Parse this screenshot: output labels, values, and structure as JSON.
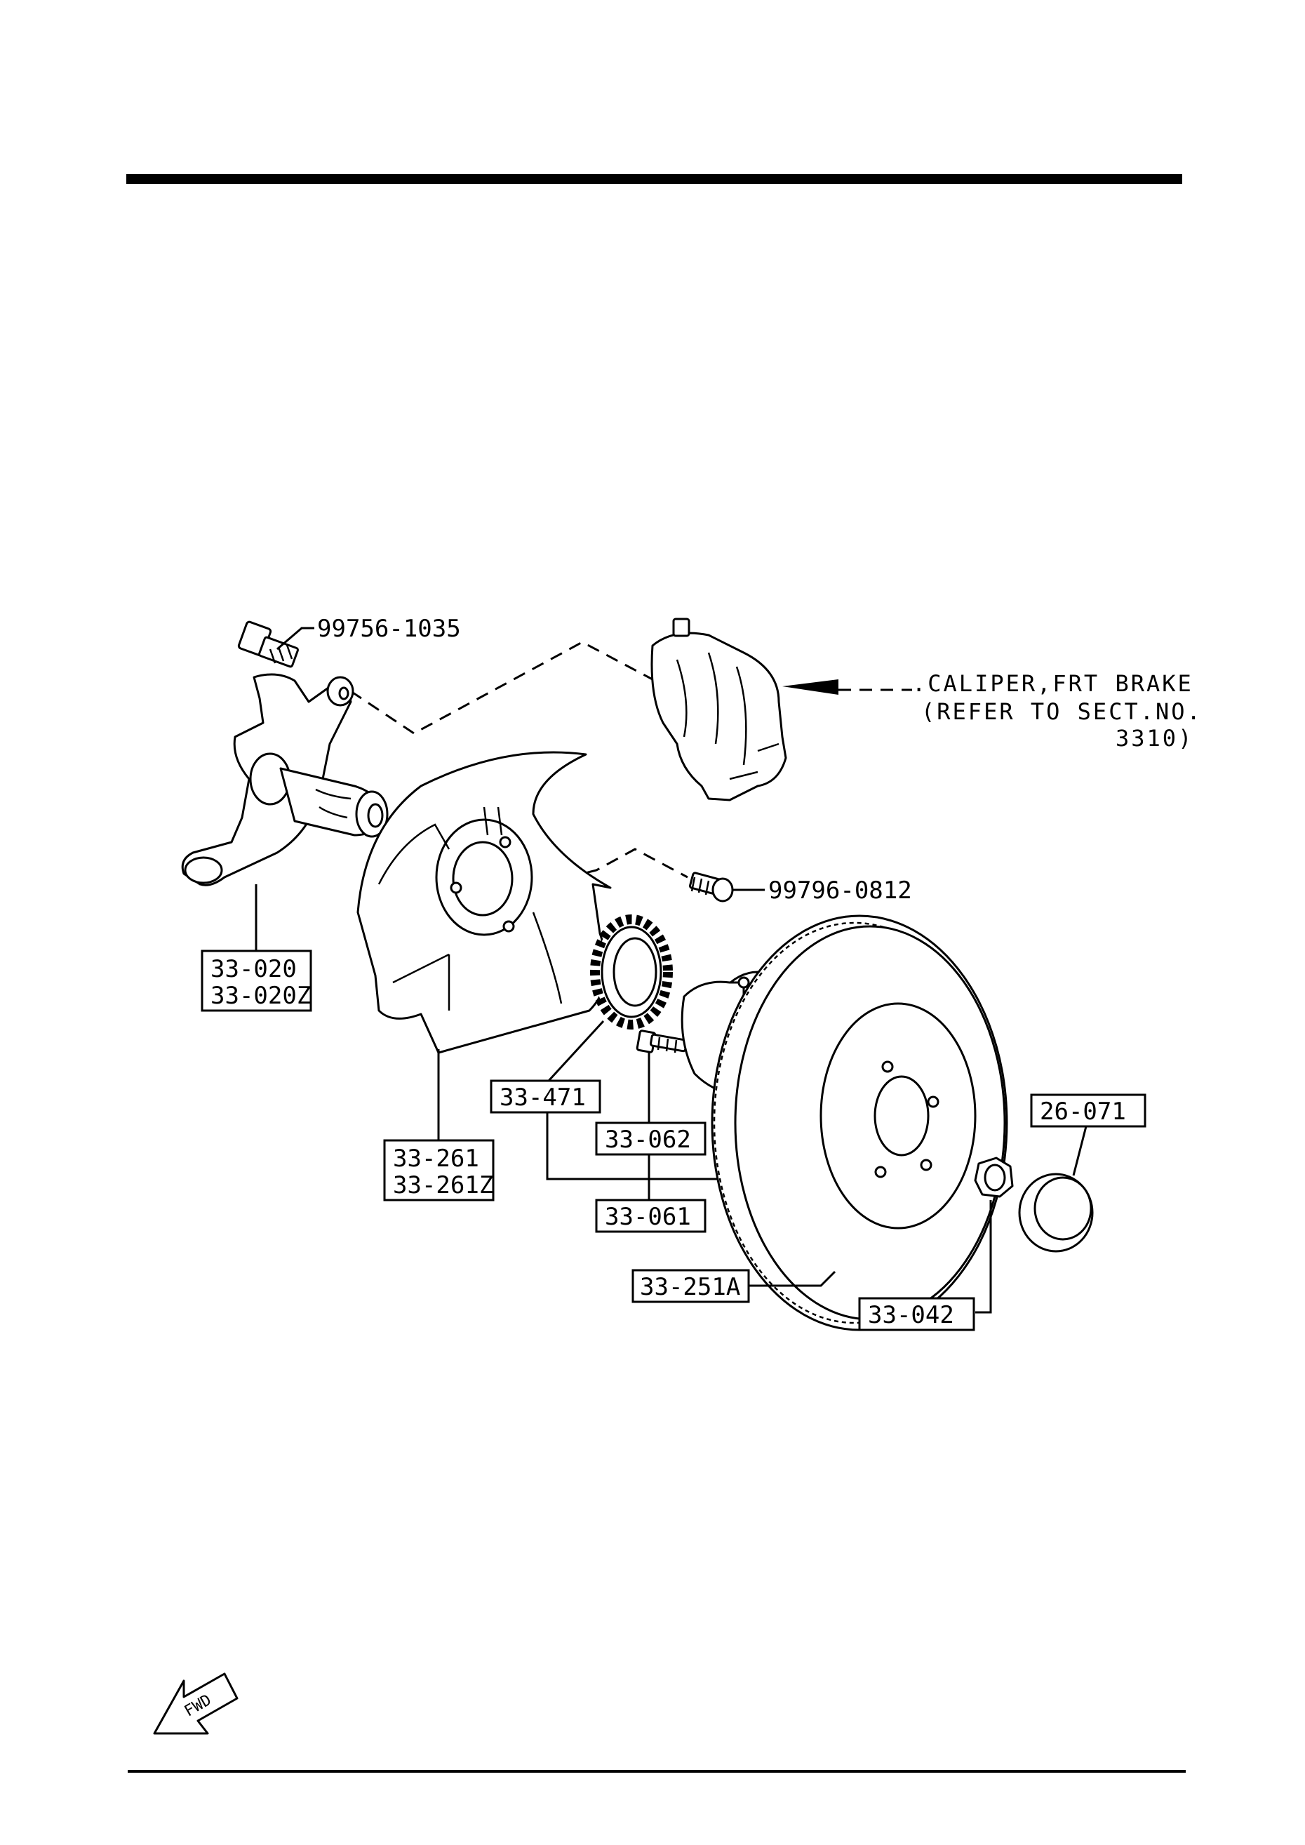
{
  "diagram": {
    "caliper": {
      "line1": ".CALIPER,FRT BRAKE",
      "line2": "(REFER TO SECT.NO.",
      "line3": "3310)"
    },
    "bolts": {
      "knuckle_bolt": "99756-1035",
      "shield_bolt": "99796-0812"
    },
    "parts": {
      "knuckle_1": "33-020",
      "knuckle_2": "33-020Z",
      "dust_shield_1": "33-261",
      "dust_shield_2": "33-261Z",
      "abs_ring": "33-471",
      "hub_bolt": "33-062",
      "hub_assembly": "33-061",
      "disc": "33-251A",
      "lock_nut": "33-042",
      "cap": "26-071"
    },
    "fwd_label": "FWD"
  }
}
